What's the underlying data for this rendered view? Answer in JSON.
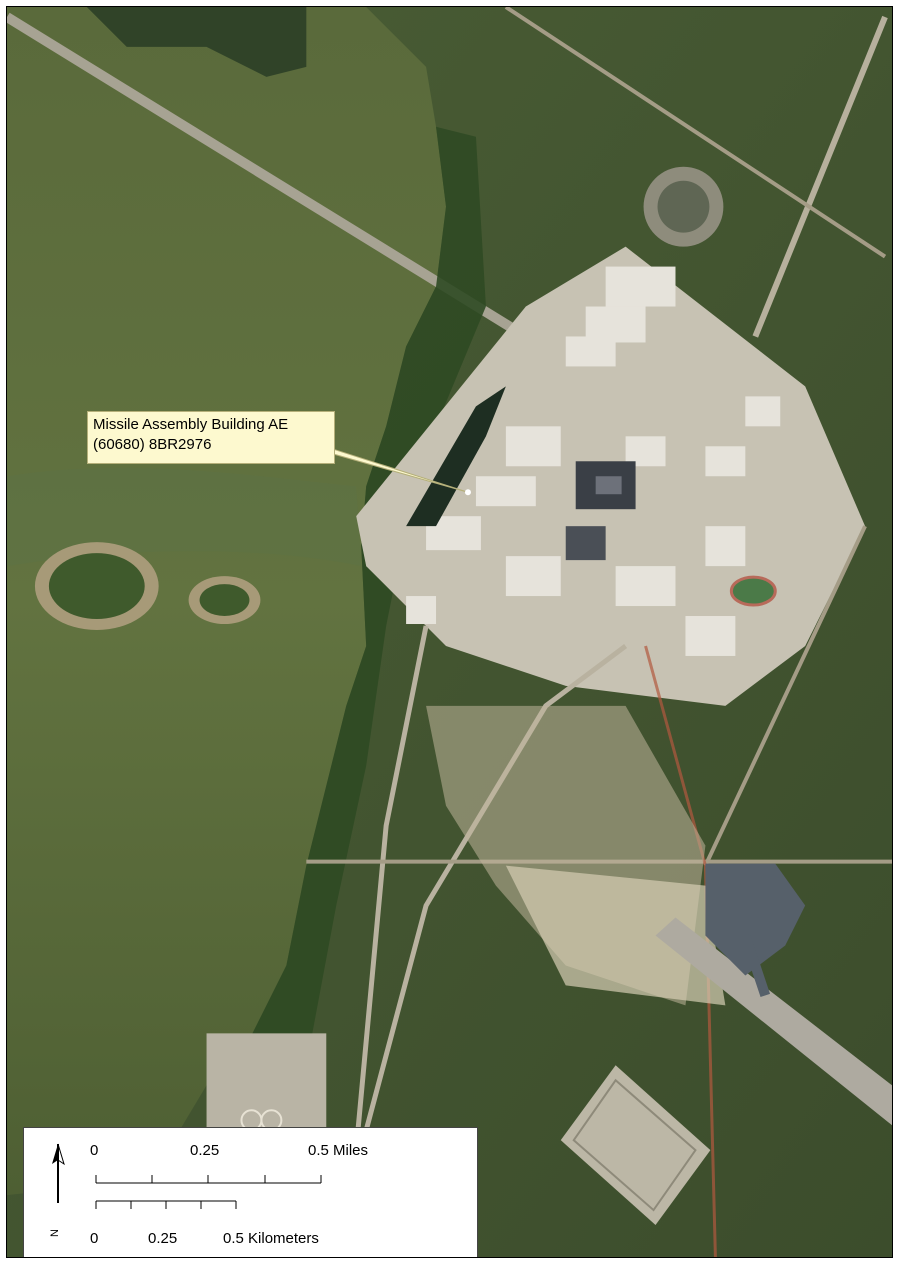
{
  "callout": {
    "line1": "Missile Assembly Building AE",
    "line2": "(60680) 8BR2976",
    "bg_color": "#fdf9cf"
  },
  "north_arrow": {
    "label": "N",
    "icon": "north-arrow-icon"
  },
  "scale_bar": {
    "miles": {
      "tick_labels": [
        "0",
        "0.25",
        "0.5 Miles"
      ]
    },
    "kilometers": {
      "tick_labels": [
        "0",
        "0.25",
        "0.5 Kilometers"
      ]
    }
  },
  "colors": {
    "water": "#5b6e3a",
    "vegetation": "#3f5a2c",
    "pavement": "#c9c4b4",
    "sand": "#bfb49a"
  }
}
